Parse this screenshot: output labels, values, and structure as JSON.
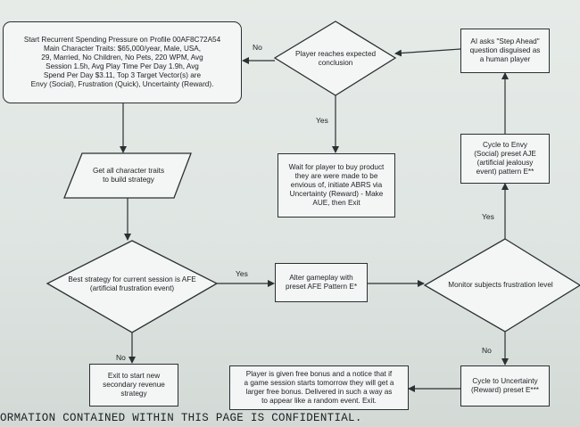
{
  "diagram": {
    "nodes": {
      "start": "Start Recurrent Spending Pressure on Profile 00AF8C72A54\nMain Character Traits: $65,000/year, Male, USA,\n29, Married, No Children, No Pets, 220 WPM, Avg\nSession 1.5h, Avg Play Time Per Day 1.9h, Avg\nSpend Per Day $3.11, Top 3 Target Vector(s) are\nEnvy (Social), Frustration (Quick), Uncertainty (Reward).",
      "expected_conclusion": "Player reaches expected\nconclusion",
      "step_ahead": "AI asks \"Step Ahead\"\nquestion disguised as\na human player",
      "get_traits": "Get all character traits\nto build strategy",
      "wait_purchase": "Wait for player to buy product\nthey are were made to be\nenvious of, initiate ABRS via\nUncertainty (Reward) - Make\nAUE, then Exit",
      "cycle_envy": "Cycle to Envy\n(Social) preset AJE\n(artificial jealousy\nevent) pattern E**",
      "best_strategy": "Best strategy for current session is AFE\n(artificial frustration event)",
      "alter_gameplay": "Alter gameplay with\npreset AFE Pattern E*",
      "monitor": "Monitor subjects frustration level",
      "exit_revenue": "Exit to start new\nsecondary revenue\nstrategy",
      "free_bonus": "Player is given free bonus and a notice that if\na game session starts tomorrow they will get a\nlarger free bonus. Delivered in such a way as\nto appear like a random event. Exit.",
      "cycle_uncertainty": "Cycle to Uncertainty\n(Reward) preset  E***"
    },
    "edge_labels": {
      "no_top": "No",
      "yes_mid": "Yes",
      "yes_best": "Yes",
      "yes_right": "Yes",
      "no_best": "No",
      "no_right": "No"
    }
  },
  "footer_text": "ORMATION CONTAINED WITHIN THIS PAGE IS CONFIDENTIAL."
}
